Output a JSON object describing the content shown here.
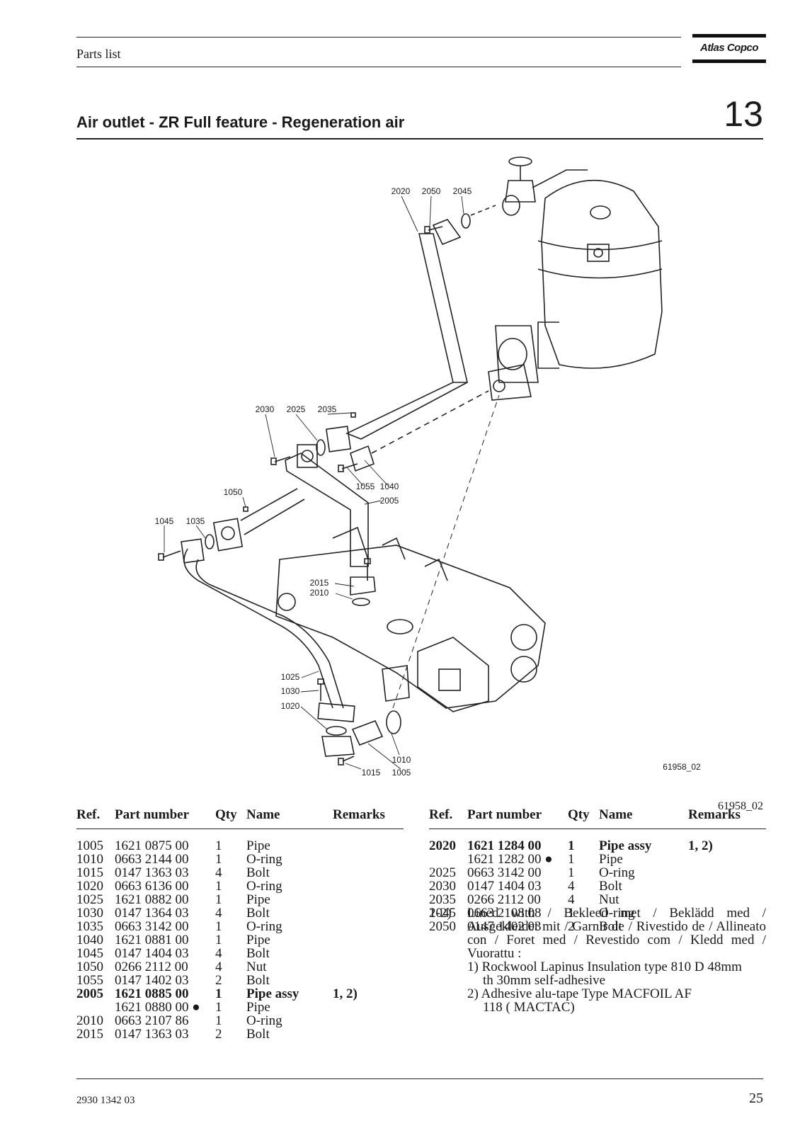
{
  "header": {
    "label": "Parts list",
    "logo": "Atlas Copco"
  },
  "title": "Air outlet - ZR Full feature - Regeneration air",
  "chapter": "13",
  "figure": {
    "id": "61958_02",
    "caption": "61958_02"
  },
  "diagram_labels": [
    {
      "id": "l2020",
      "text": "2020"
    },
    {
      "id": "l2050",
      "text": "2050"
    },
    {
      "id": "l2045",
      "text": "2045"
    },
    {
      "id": "l2030",
      "text": "2030"
    },
    {
      "id": "l2025",
      "text": "2025"
    },
    {
      "id": "l2035",
      "text": "2035"
    },
    {
      "id": "l1050",
      "text": "1050"
    },
    {
      "id": "l1055",
      "text": "1055"
    },
    {
      "id": "l1040",
      "text": "1040"
    },
    {
      "id": "l2005",
      "text": "2005"
    },
    {
      "id": "l1045",
      "text": "1045"
    },
    {
      "id": "l1035",
      "text": "1035"
    },
    {
      "id": "l2015",
      "text": "2015"
    },
    {
      "id": "l2010",
      "text": "2010"
    },
    {
      "id": "l1025",
      "text": "1025"
    },
    {
      "id": "l1030",
      "text": "1030"
    },
    {
      "id": "l1020",
      "text": "1020"
    },
    {
      "id": "l1010",
      "text": "1010"
    },
    {
      "id": "l1015",
      "text": "1015"
    },
    {
      "id": "l1005",
      "text": "1005"
    }
  ],
  "table_headers": {
    "ref": "Ref.",
    "part_number": "Part number",
    "qty": "Qty",
    "name": "Name",
    "remarks": "Remarks"
  },
  "parts_left": [
    {
      "ref": "1005",
      "part": "1621 0875 00",
      "qty": "1",
      "name": "Pipe",
      "remarks": ""
    },
    {
      "ref": "1010",
      "part": "0663 2144 00",
      "qty": "1",
      "name": "O-ring",
      "remarks": ""
    },
    {
      "ref": "1015",
      "part": "0147 1363 03",
      "qty": "4",
      "name": "Bolt",
      "remarks": ""
    },
    {
      "ref": "1020",
      "part": "0663 6136 00",
      "qty": "1",
      "name": "O-ring",
      "remarks": ""
    },
    {
      "ref": "1025",
      "part": "1621 0882 00",
      "qty": "1",
      "name": "Pipe",
      "remarks": ""
    },
    {
      "ref": "1030",
      "part": "0147 1364 03",
      "qty": "4",
      "name": "Bolt",
      "remarks": ""
    },
    {
      "ref": "1035",
      "part": "0663 3142 00",
      "qty": "1",
      "name": "O-ring",
      "remarks": ""
    },
    {
      "ref": "1040",
      "part": "1621 0881 00",
      "qty": "1",
      "name": "Pipe",
      "remarks": ""
    },
    {
      "ref": "1045",
      "part": "0147 1404 03",
      "qty": "4",
      "name": "Bolt",
      "remarks": ""
    },
    {
      "ref": "1050",
      "part": "0266 2112 00",
      "qty": "4",
      "name": "Nut",
      "remarks": ""
    },
    {
      "ref": "1055",
      "part": "0147 1402 03",
      "qty": "2",
      "name": "Bolt",
      "remarks": ""
    },
    {
      "ref": "2005",
      "part": "1621 0885 00",
      "qty": "1",
      "name": "Pipe assy",
      "remarks": "1, 2)",
      "bold": true
    },
    {
      "ref": "",
      "part": "1621 0880 00 ●",
      "qty": "1",
      "name": "Pipe",
      "remarks": ""
    },
    {
      "ref": "2010",
      "part": "0663 2107 86",
      "qty": "1",
      "name": "O-ring",
      "remarks": ""
    },
    {
      "ref": "2015",
      "part": "0147 1363 03",
      "qty": "2",
      "name": "Bolt",
      "remarks": ""
    }
  ],
  "parts_right": [
    {
      "ref": "2020",
      "part": "1621 1284 00",
      "qty": "1",
      "name": "Pipe assy",
      "remarks": "1, 2)",
      "bold": true
    },
    {
      "ref": "",
      "part": "1621 1282 00 ●",
      "qty": "1",
      "name": "Pipe",
      "remarks": ""
    },
    {
      "ref": "2025",
      "part": "0663 3142 00",
      "qty": "1",
      "name": "O-ring",
      "remarks": ""
    },
    {
      "ref": "2030",
      "part": "0147 1404 03",
      "qty": "4",
      "name": "Bolt",
      "remarks": ""
    },
    {
      "ref": "2035",
      "part": "0266 2112 00",
      "qty": "4",
      "name": "Nut",
      "remarks": ""
    },
    {
      "ref": "2045",
      "part": "0663 2108 08",
      "qty": "1",
      "name": "O-ring",
      "remarks": ""
    },
    {
      "ref": "2050",
      "part": "0147 1402 03",
      "qty": "2",
      "name": "Bolt",
      "remarks": ""
    }
  ],
  "notes": {
    "key": "1-2)",
    "text": "Lined with / Bekleed met / Beklädd med / Ausgekleidet mit / Garnir de / Rivestido de / Allineato con / Foret med / Revestido com / Kledd med / Vuorattu :",
    "item1_a": "1) Rockwool Lapinus Insulation type 810 D 48mm",
    "item1_b": "th 30mm self-adhesive",
    "item2_a": "2) Adhesive alu-tape Type MACFOIL AF",
    "item2_b": "118 ( MACTAC)"
  },
  "footer": {
    "doc_number": "2930 1342 03",
    "page_number": "25"
  }
}
